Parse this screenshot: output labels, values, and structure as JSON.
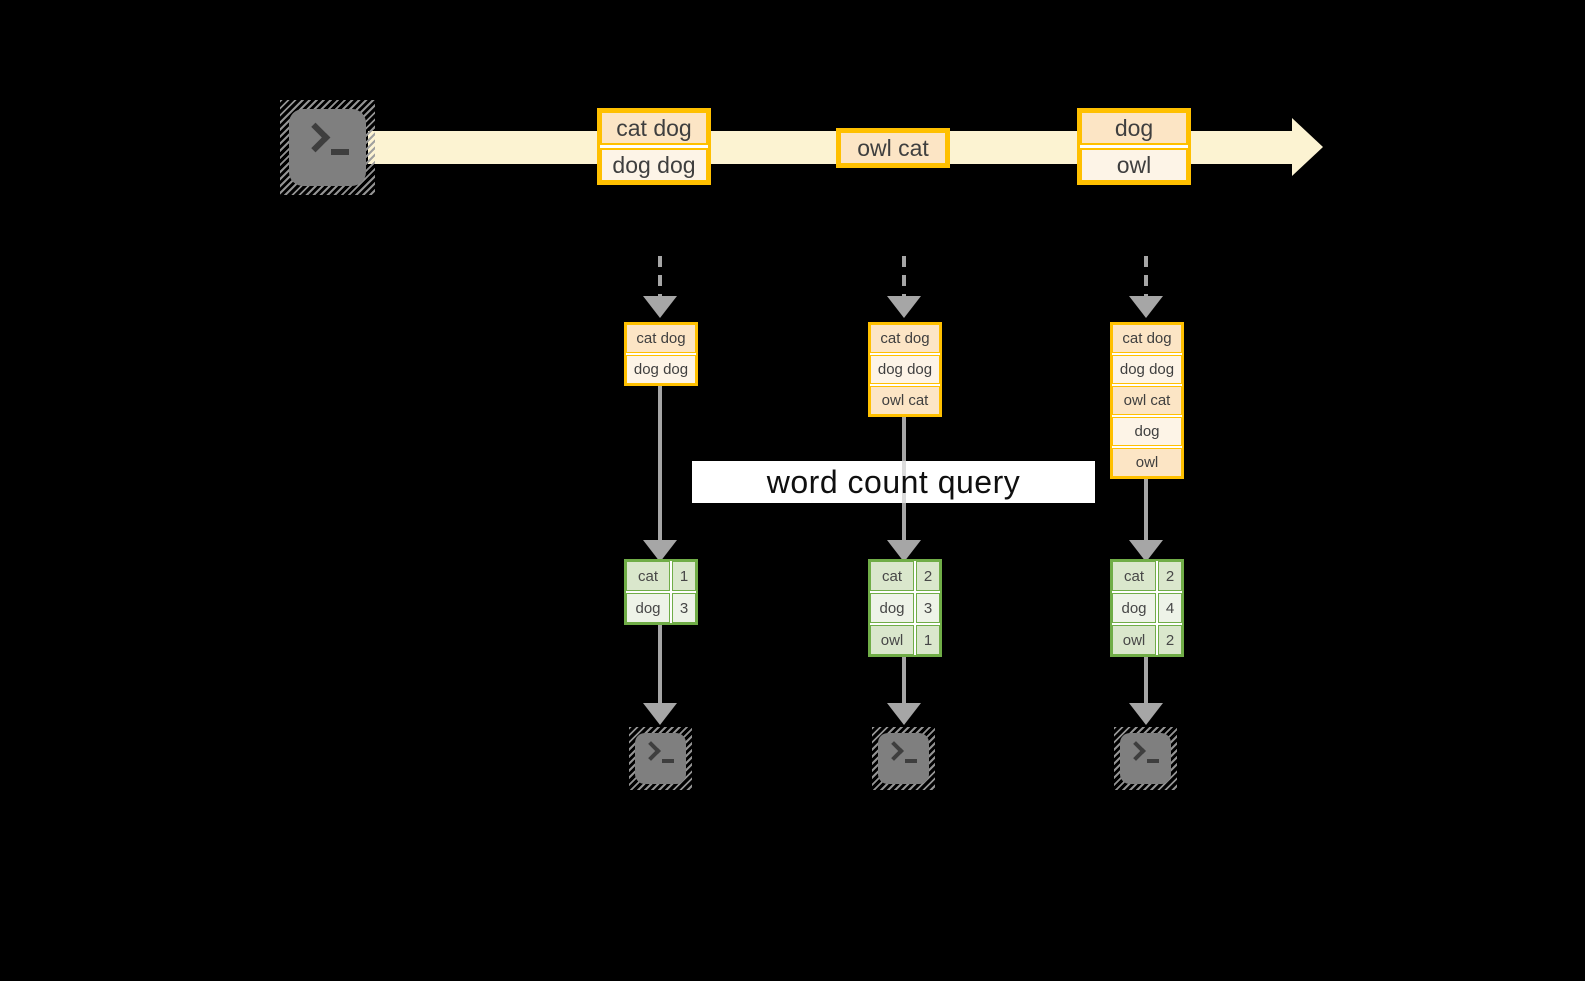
{
  "query": {
    "label": "word count query"
  },
  "stream": {
    "batches": [
      {
        "lines": [
          "cat dog",
          "dog dog"
        ]
      },
      {
        "lines": [
          "owl cat"
        ]
      },
      {
        "lines": [
          "dog",
          "owl"
        ]
      }
    ]
  },
  "buffers": [
    {
      "lines": [
        "cat dog",
        "dog dog"
      ]
    },
    {
      "lines": [
        "cat dog",
        "dog dog",
        "owl cat"
      ]
    },
    {
      "lines": [
        "cat dog",
        "dog dog",
        "owl cat",
        "dog",
        "owl"
      ]
    }
  ],
  "tables": [
    {
      "rows": [
        {
          "word": "cat",
          "count": "1"
        },
        {
          "word": "dog",
          "count": "3"
        }
      ]
    },
    {
      "rows": [
        {
          "word": "cat",
          "count": "2"
        },
        {
          "word": "dog",
          "count": "3"
        },
        {
          "word": "owl",
          "count": "1"
        }
      ]
    },
    {
      "rows": [
        {
          "word": "cat",
          "count": "2"
        },
        {
          "word": "dog",
          "count": "4"
        },
        {
          "word": "owl",
          "count": "2"
        }
      ]
    }
  ],
  "icons": {
    "source": "terminal-icon",
    "sink": "terminal-icon"
  },
  "colors": {
    "stream_arrow": "#fcf3d2",
    "record_border": "#ffc000",
    "record_fill_dark": "#fce5c5",
    "record_fill_light": "#fdf4e7",
    "table_border": "#70ad47",
    "table_fill_dark": "#dae7cc",
    "table_fill_light": "#eef3e8",
    "connector": "#a6a6a6",
    "terminal": "#7f7f7f",
    "background": "#000000"
  }
}
